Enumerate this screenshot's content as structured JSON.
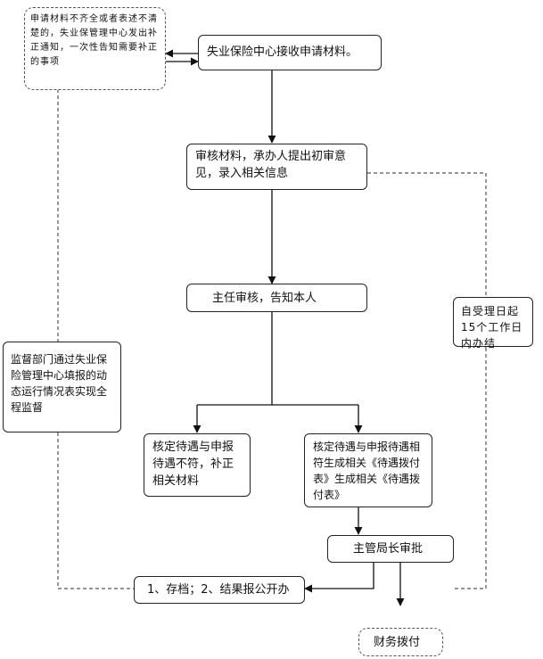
{
  "nodes": {
    "receive": "失业保险中心接收申请材料。",
    "incomplete_notice": "申请材料不齐全或者表述不清楚的，失业保管理中心发出补正通知，一次性告知需要补正的事项",
    "review": "审核材料，承办人提出初审意见，录入相关信息",
    "director": "主任审核，告知本人",
    "supervision": "监督部门通过失业保险管理中心填报的动态运行情况表实现全程监督",
    "deadline": "自受理日起15个工作日内办结",
    "mismatch": "核定待遇与申报待遇不符，补正相关材料",
    "match": "核定待遇与申报待遇相符生成相关《待遇拨付表》生成相关《待遇拨付表》",
    "bureau_approval": "主管局长审批",
    "archive": "1、存档；2、结果报公开办",
    "finance": "财务拨付"
  }
}
